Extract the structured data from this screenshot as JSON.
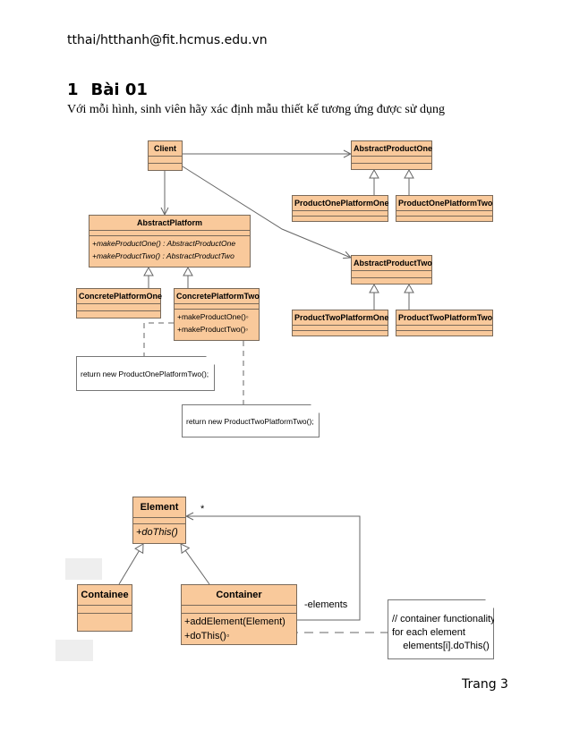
{
  "header": {
    "email": "tthai/htthanh@fit.hcmus.edu.vn"
  },
  "section": {
    "number": "1",
    "title": "Bài 01",
    "instruction": "Với mỗi hình, sinh viên hãy xác định mẫu thiết kế tương ứng được sử dụng"
  },
  "diagram1": {
    "client": "Client",
    "abstract_product_one": "AbstractProductOne",
    "product_one_platform_one": "ProductOnePlatformOne",
    "product_one_platform_two": "ProductOnePlatformTwo",
    "abstract_platform": "AbstractPlatform",
    "abstract_platform_methods": [
      "+makeProductOne() : AbstractProductOne",
      "+makeProductTwo() : AbstractProductTwo"
    ],
    "abstract_product_two": "AbstractProductTwo",
    "concrete_platform_one": "ConcretePlatformOne",
    "concrete_platform_two": "ConcretePlatformTwo",
    "concrete_platform_two_methods": [
      "+makeProductOne()◦",
      "+makeProductTwo()◦"
    ],
    "product_two_platform_one": "ProductTwoPlatformOne",
    "product_two_platform_two": "ProductTwoPlatformTwo",
    "note1": "return new ProductOnePlatformTwo();",
    "note2": "return new ProductTwoPlatformTwo();"
  },
  "diagram2": {
    "element": "Element",
    "element_method": "+doThis()",
    "containee": "Containee",
    "container": "Container",
    "container_methods": [
      "+addElement(Element)",
      "+doThis()◦"
    ],
    "multiplicity": "*",
    "role": "-elements",
    "note_lines": [
      "// container functionality",
      "for each element",
      "    elements[i].doThis()"
    ]
  },
  "footer": {
    "page": "Trang 3"
  },
  "colors": {
    "class_fill": "#f9c99b",
    "border": "#7a6a5a"
  }
}
